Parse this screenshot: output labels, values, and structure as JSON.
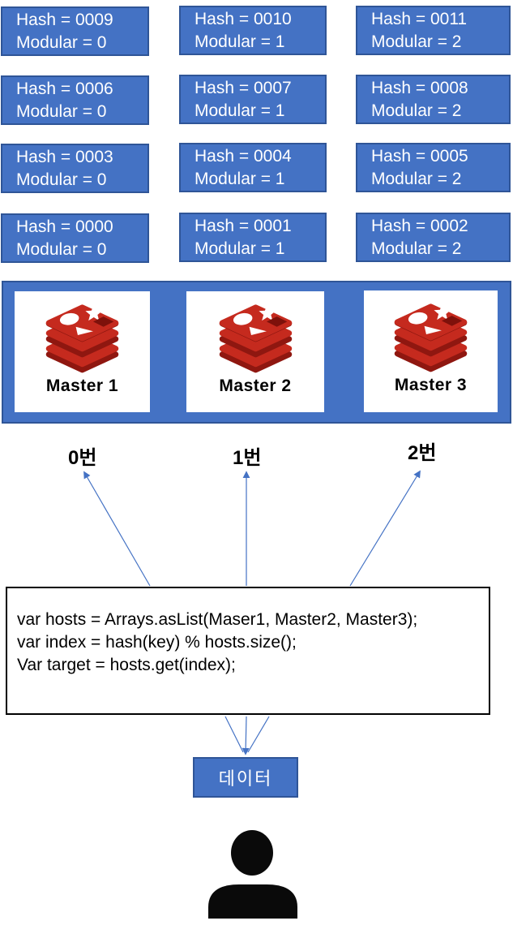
{
  "colors": {
    "box_blue": "#4472C4",
    "box_border": "#2F5597",
    "arrow_blue": "#4472C4",
    "redis_bright": "#C52A1E",
    "redis_dark": "#8F1710",
    "redis_hole": "#7E110B",
    "person_black": "#0A0A0A"
  },
  "grid": {
    "cells": [
      {
        "hash": "Hash = 0009",
        "modular": "Modular = 0"
      },
      {
        "hash": "Hash = 0010",
        "modular": "Modular = 1"
      },
      {
        "hash": "Hash = 0011",
        "modular": "Modular = 2"
      },
      {
        "hash": "Hash = 0006",
        "modular": "Modular = 0"
      },
      {
        "hash": "Hash = 0007",
        "modular": "Modular = 1"
      },
      {
        "hash": "Hash = 0008",
        "modular": "Modular = 2"
      },
      {
        "hash": "Hash = 0003",
        "modular": "Modular = 0"
      },
      {
        "hash": "Hash = 0004",
        "modular": "Modular = 1"
      },
      {
        "hash": "Hash = 0005",
        "modular": "Modular = 2"
      },
      {
        "hash": "Hash = 0000",
        "modular": "Modular = 0"
      },
      {
        "hash": "Hash = 0001",
        "modular": "Modular = 1"
      },
      {
        "hash": "Hash = 0002",
        "modular": "Modular = 2"
      }
    ]
  },
  "masters": [
    {
      "label": "Master 1"
    },
    {
      "label": "Master 2"
    },
    {
      "label": "Master 3"
    }
  ],
  "shards": [
    {
      "label": "0번"
    },
    {
      "label": "1번"
    },
    {
      "label": "2번"
    }
  ],
  "code": {
    "lines": [
      "var hosts = Arrays.asList(Maser1, Master2, Master3);",
      "var index = hash(key) % hosts.size();",
      "Var target = hosts.get(index);"
    ]
  },
  "data_box": {
    "label": "데이터"
  },
  "icons": {
    "redis": "redis-logo",
    "person": "person-icon"
  }
}
